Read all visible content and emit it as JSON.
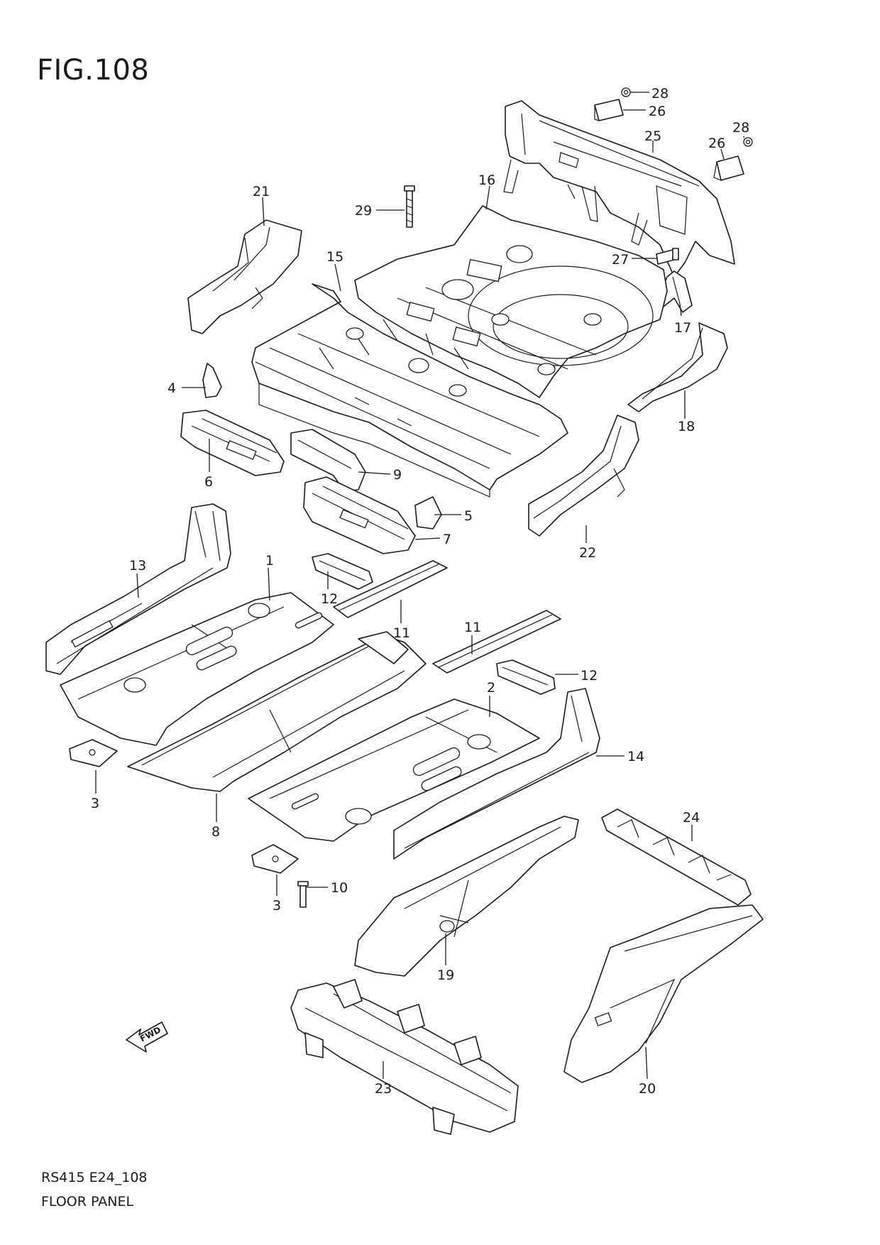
{
  "figure": {
    "title": "FIG.108",
    "model_code": "RS415 E24_108",
    "section_name": "FLOOR PANEL",
    "fwd_label": "FWD"
  },
  "callouts": [
    {
      "id": "c28a",
      "label": "28"
    },
    {
      "id": "c26a",
      "label": "26"
    },
    {
      "id": "c28b",
      "label": "28"
    },
    {
      "id": "c25",
      "label": "25"
    },
    {
      "id": "c26b",
      "label": "26"
    },
    {
      "id": "c21",
      "label": "21"
    },
    {
      "id": "c16",
      "label": "16"
    },
    {
      "id": "c29",
      "label": "29"
    },
    {
      "id": "c15",
      "label": "15"
    },
    {
      "id": "c27",
      "label": "27"
    },
    {
      "id": "c17",
      "label": "17"
    },
    {
      "id": "c4",
      "label": "4"
    },
    {
      "id": "c18",
      "label": "18"
    },
    {
      "id": "c6",
      "label": "6"
    },
    {
      "id": "c9",
      "label": "9"
    },
    {
      "id": "c5",
      "label": "5"
    },
    {
      "id": "c7",
      "label": "7"
    },
    {
      "id": "c22",
      "label": "22"
    },
    {
      "id": "c13",
      "label": "13"
    },
    {
      "id": "c1",
      "label": "1"
    },
    {
      "id": "c12a",
      "label": "12"
    },
    {
      "id": "c11a",
      "label": "11"
    },
    {
      "id": "c11b",
      "label": "11"
    },
    {
      "id": "c12b",
      "label": "12"
    },
    {
      "id": "c2",
      "label": "2"
    },
    {
      "id": "c14",
      "label": "14"
    },
    {
      "id": "c3a",
      "label": "3"
    },
    {
      "id": "c8",
      "label": "8"
    },
    {
      "id": "c24",
      "label": "24"
    },
    {
      "id": "c10",
      "label": "10"
    },
    {
      "id": "c3b",
      "label": "3"
    },
    {
      "id": "c19",
      "label": "19"
    },
    {
      "id": "c23",
      "label": "23"
    },
    {
      "id": "c20",
      "label": "20"
    }
  ]
}
